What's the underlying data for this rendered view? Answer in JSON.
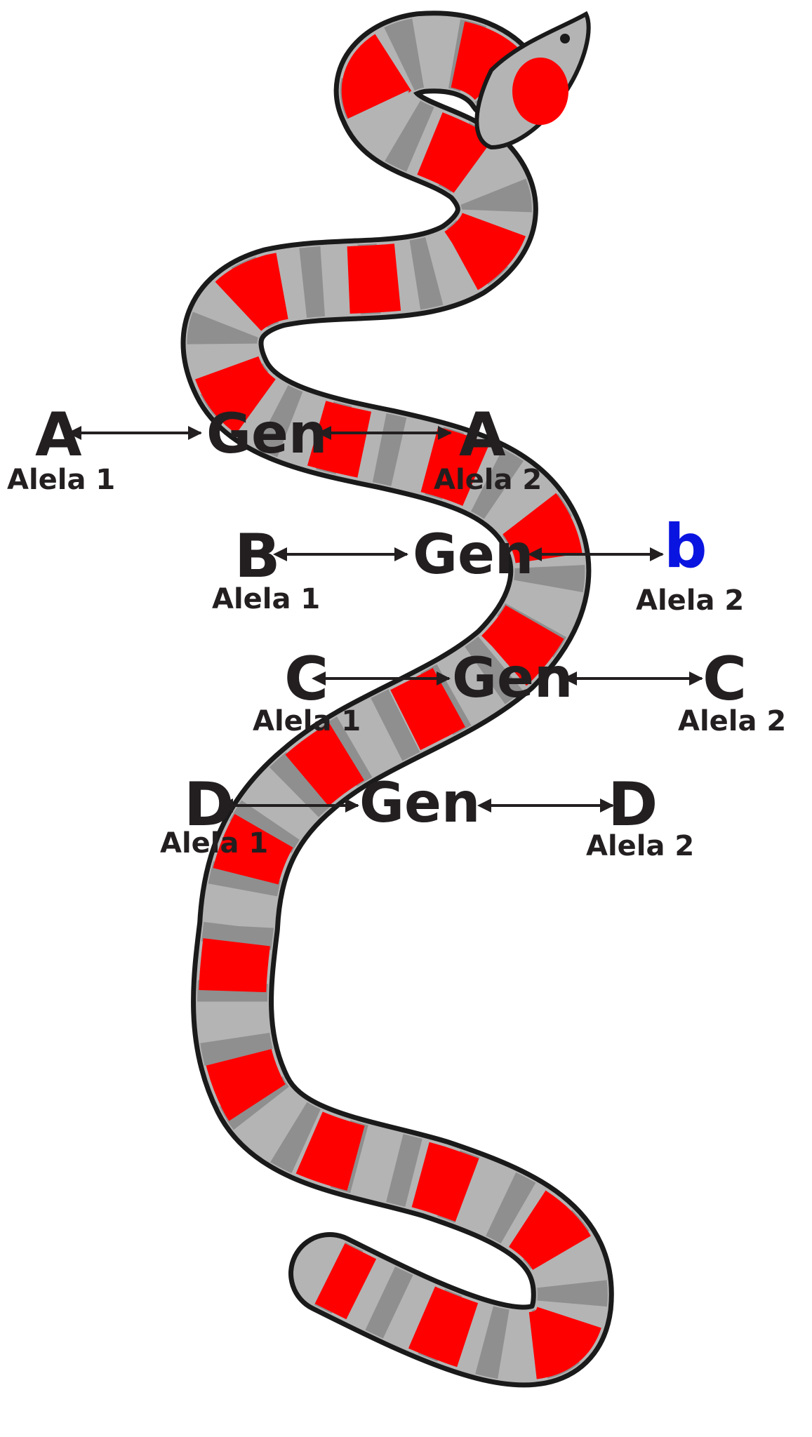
{
  "colors": {
    "text": "#231f20",
    "accent_letter": "#0a14e0",
    "snake_body": "#b4b4b4",
    "snake_band": "#8f8f8f",
    "snake_outline": "#1a1a1a",
    "snake_spot": "#ff0000"
  },
  "rows": [
    {
      "gene_label": "Gen",
      "allele1": {
        "letter": "A",
        "label": "Alela 1"
      },
      "allele2": {
        "letter": "A",
        "label": "Alela 2",
        "highlight": false
      }
    },
    {
      "gene_label": "Gen",
      "allele1": {
        "letter": "B",
        "label": "Alela 1"
      },
      "allele2": {
        "letter": "b",
        "label": "Alela 2",
        "highlight": true
      }
    },
    {
      "gene_label": "Gen",
      "allele1": {
        "letter": "C",
        "label": "Alela 1"
      },
      "allele2": {
        "letter": "C",
        "label": "Alela 2",
        "highlight": false
      }
    },
    {
      "gene_label": "Gen",
      "allele1": {
        "letter": "D",
        "label": "Alela 1"
      },
      "allele2": {
        "letter": "D",
        "label": "Alela 2",
        "highlight": false
      }
    }
  ],
  "illustration": {
    "subject": "snake-illustration",
    "icon": "snake-icon"
  }
}
